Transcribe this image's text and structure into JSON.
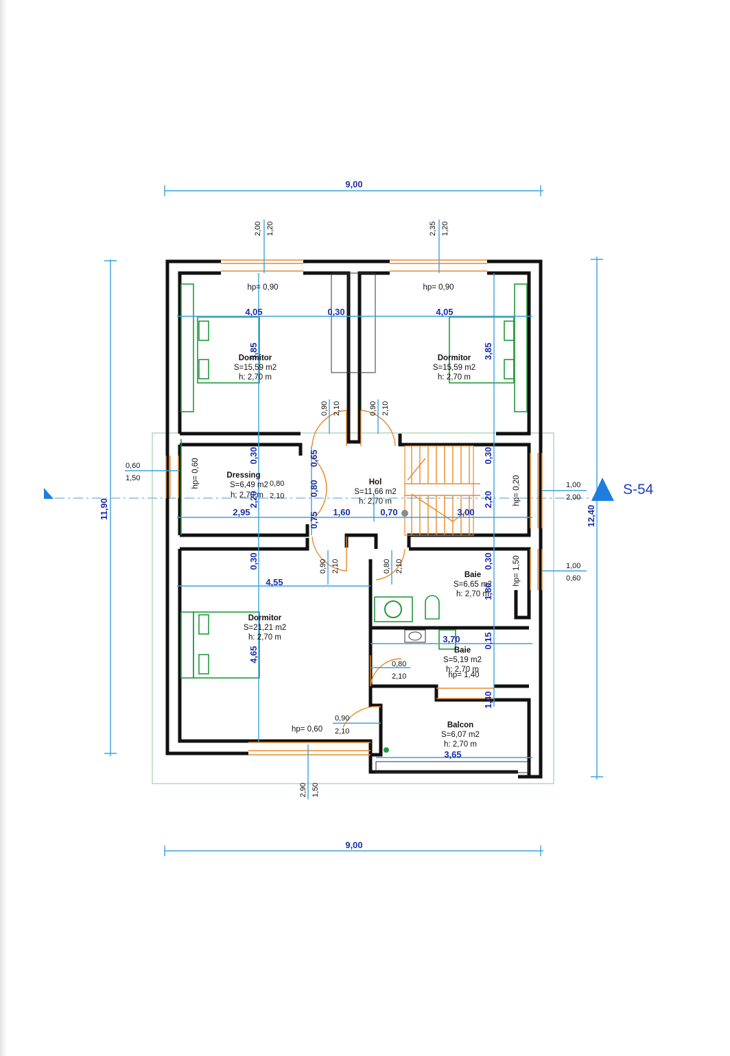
{
  "plan": {
    "overall_dims": {
      "top_width": "9,00",
      "bottom_width": "9,00",
      "left_height": "11,90",
      "right_height": "12,40"
    },
    "section_marker": "S-54",
    "rooms": {
      "bedroom_nw": {
        "name": "Dormitor",
        "area": "S=15,59 m2",
        "height": "h: 2,70 m",
        "width_dim": "4,05",
        "depth_dim": "3,85",
        "sill": "hp= 0,90"
      },
      "bedroom_ne": {
        "name": "Dormitor",
        "area": "S=15,59 m2",
        "height": "h: 2,70 m",
        "width_dim": "4,05",
        "depth_dim": "3,85",
        "sill": "hp= 0,90"
      },
      "dressing": {
        "name": "Dressing",
        "area": "S=6,49 m2",
        "height": "h: 2,70 m",
        "width_dim": "2,95",
        "depth_dim": "2,20",
        "sill": "hp= 0,60"
      },
      "hall": {
        "name": "Hol",
        "area": "S=11,66 m2",
        "height": "h: 2,70 m"
      },
      "bedroom_sw": {
        "name": "Dormitor",
        "area": "S=21,21 m2",
        "height": "h: 2,70 m",
        "width_dim": "4,55",
        "depth_dim": "4,65"
      },
      "bath_1": {
        "name": "Baie",
        "area": "S=6,65 m2",
        "height": "h: 2,70 m",
        "depth_dim": "1,80",
        "sill": "hp= 1,50"
      },
      "bath_2": {
        "name": "Baie",
        "area": "S=5,19 m2",
        "height": "h: 2,70 m",
        "width_dim": "3,70",
        "sill": "hp= 1,40"
      },
      "balcony": {
        "name": "Balcon",
        "area": "S=6,07 m2",
        "height": "h: 2,70 m",
        "width_dim": "3,65"
      }
    },
    "dims": {
      "win_top_left": [
        "2,00",
        "1,20"
      ],
      "win_top_right": [
        "2,35",
        "1,20"
      ],
      "corridor": "0,30",
      "door_upper_left": [
        "0,90",
        "2,10"
      ],
      "door_upper_right": [
        "0,90",
        "2,10"
      ],
      "dressing_top": "0,30",
      "dressing_door": [
        "0,80",
        "2,10"
      ],
      "dress_right_a": "0,65",
      "dress_right_b": "0,80",
      "dress_right_c": "0,75",
      "hall_1": "1,60",
      "hall_2": "0,70",
      "stair_width": "3,00",
      "stair_top": "0,30",
      "stair_height": "2,20",
      "stair_sill": "hp= 0,20",
      "lower_top": "0,30",
      "door_lower_left": [
        "0,90",
        "2,10"
      ],
      "door_lower_right": [
        "0,80",
        "2,10"
      ],
      "bath1_top": "0,30",
      "bath2_door": [
        "0,80",
        "2,10"
      ],
      "bath2_gap": "0,15",
      "balcony_gap": "1,40",
      "balcony_door": [
        "0,90",
        "2,10"
      ],
      "balcony_door_sill": "hp= 0,60",
      "bottom_win": [
        "2,90",
        "1,50"
      ],
      "left_win": [
        "0,60",
        "1,50"
      ],
      "right_win_a": [
        "1,00",
        "2,00"
      ],
      "right_win_b": [
        "1,00",
        "0,60"
      ]
    }
  }
}
